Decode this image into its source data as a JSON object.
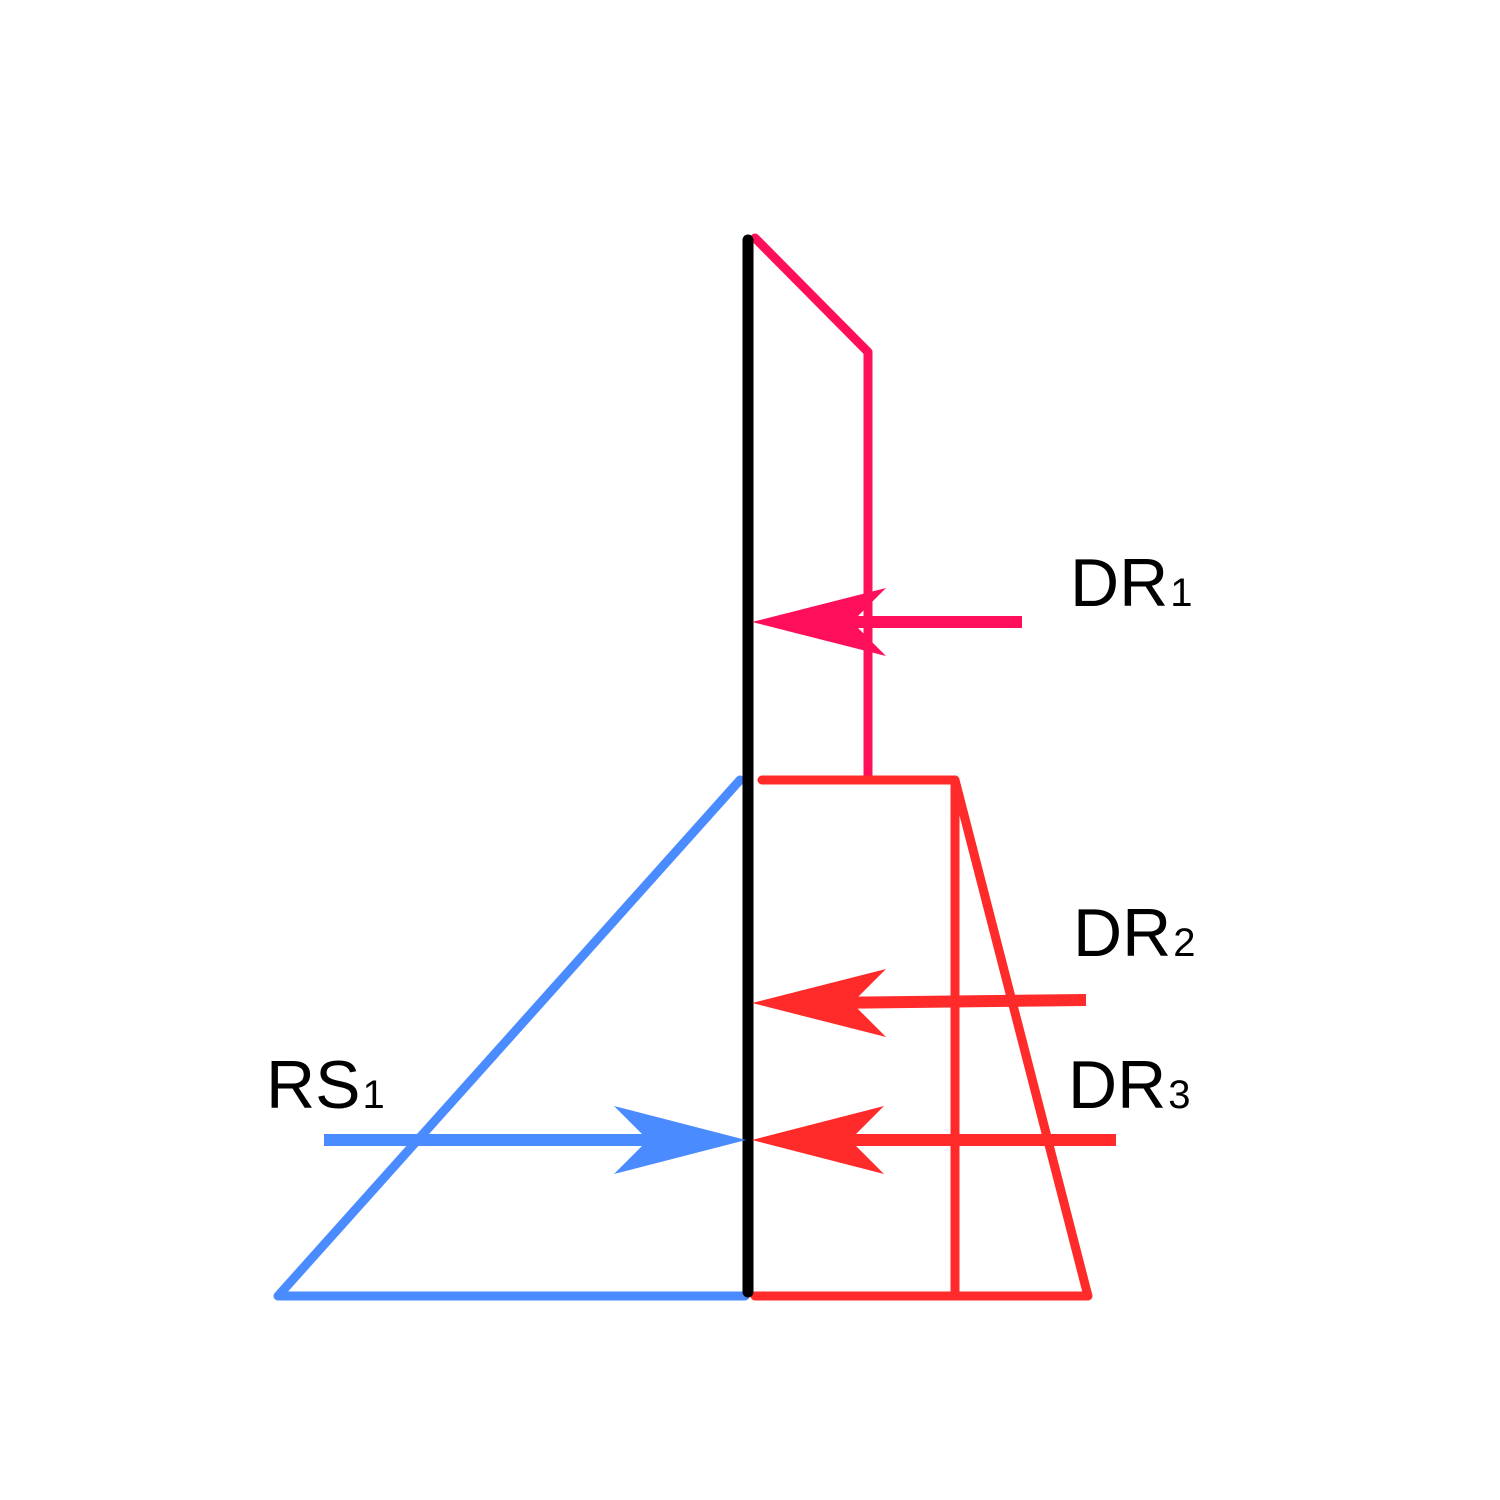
{
  "colors": {
    "wall": "#000000",
    "dr1": "#ff0f5a",
    "dr23": "#ff2a2a",
    "rs": "#4a8cff",
    "background": "#ffffff"
  },
  "labels": {
    "dr1": {
      "main": "DR",
      "sub": "1"
    },
    "dr2": {
      "main": "DR",
      "sub": "2"
    },
    "dr3": {
      "main": "DR",
      "sub": "3"
    },
    "rs1": {
      "main": "RS",
      "sub": "1"
    }
  }
}
